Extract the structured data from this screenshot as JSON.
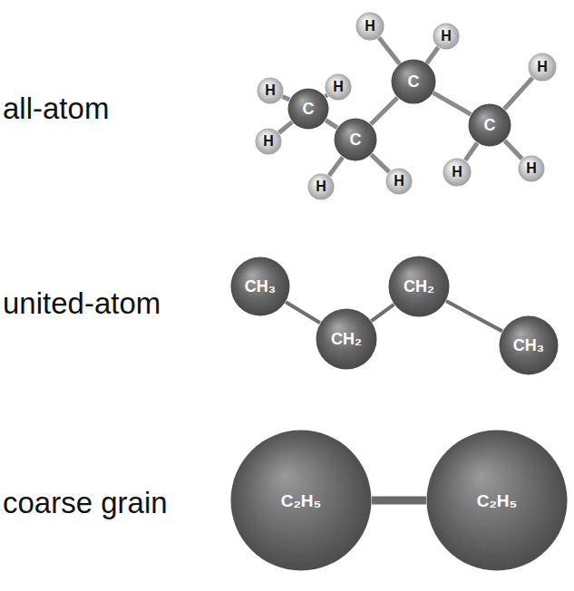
{
  "diagram": {
    "nodes": [
      {
        "text": [
          "H"
        ]
      },
      {
        "text": [
          "H"
        ]
      },
      {
        "text": [
          "C"
        ]
      },
      {
        "text": [
          "H"
        ]
      },
      {
        "text": [
          "C"
        ]
      },
      {
        "text": [
          "H"
        ]
      },
      {
        "text": [
          "H"
        ]
      },
      {
        "text": [
          "H"
        ]
      },
      {
        "text": [
          "C"
        ]
      },
      {
        "text": [
          "H"
        ]
      },
      {
        "text": [
          "H"
        ]
      },
      {
        "text": [
          "C"
        ]
      },
      {
        "text": [
          "H"
        ]
      },
      {
        "text": [
          "H"
        ]
      },
      {
        "text": [
          "CH₃"
        ]
      },
      {
        "text": [
          "CH₂"
        ]
      },
      {
        "text": [
          "CH₂"
        ]
      },
      {
        "text": [
          "CH₃"
        ]
      },
      {
        "text": [
          "C₂H₅"
        ]
      },
      {
        "text": [
          "C₂H₅"
        ]
      }
    ],
    "edges": [
      {
        "from": 2,
        "to": 0,
        "arrow": "none"
      },
      {
        "from": 2,
        "to": 1,
        "arrow": "none"
      },
      {
        "from": 2,
        "to": 3,
        "arrow": "none"
      },
      {
        "from": 2,
        "to": 4,
        "arrow": "none"
      },
      {
        "from": 4,
        "to": 5,
        "arrow": "none"
      },
      {
        "from": 4,
        "to": 6,
        "arrow": "none"
      },
      {
        "from": 4,
        "to": 8,
        "arrow": "none"
      },
      {
        "from": 8,
        "to": 7,
        "arrow": "none"
      },
      {
        "from": 8,
        "to": 9,
        "arrow": "none"
      },
      {
        "from": 8,
        "to": 11,
        "arrow": "none"
      },
      {
        "from": 11,
        "to": 10,
        "arrow": "none"
      },
      {
        "from": 11,
        "to": 12,
        "arrow": "none"
      },
      {
        "from": 11,
        "to": 13,
        "arrow": "none"
      },
      {
        "from": 14,
        "to": 15,
        "arrow": "none"
      },
      {
        "from": 15,
        "to": 16,
        "arrow": "none"
      },
      {
        "from": 16,
        "to": 17,
        "arrow": "none"
      },
      {
        "from": 18,
        "to": 19,
        "arrow": "none"
      }
    ],
    "labels": [
      "all-atom",
      "united-atom",
      "coarse grain"
    ]
  }
}
